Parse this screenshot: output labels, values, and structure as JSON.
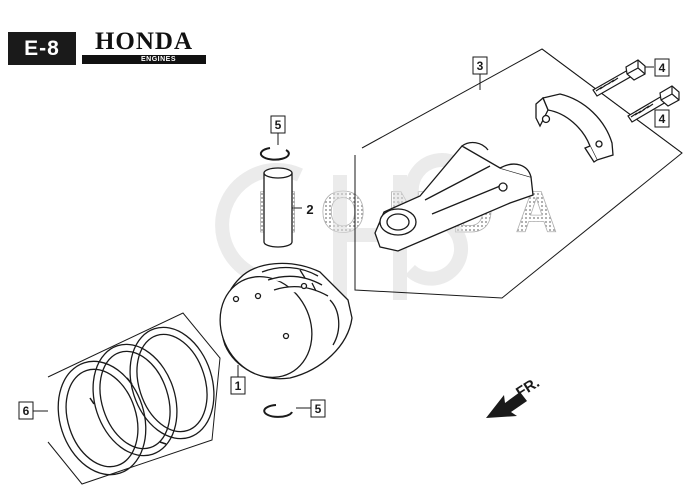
{
  "header": {
    "page_code": "E-8",
    "brand_name": "HONDA",
    "brand_sub": "ENGINES"
  },
  "watermark": {
    "text": "HONDA"
  },
  "callouts": {
    "piston": "1",
    "piston_pin": "2",
    "connecting_rod": "3",
    "rod_bolt_upper": "4",
    "rod_bolt_lower": "4",
    "pin_clip_upper": "5",
    "pin_clip_lower": "5",
    "piston_rings": "6"
  },
  "direction": {
    "label": "FR."
  },
  "colors": {
    "line": "#1a1a1a",
    "watermark": "#9a9a9a",
    "badge": "#1a1a1a"
  }
}
